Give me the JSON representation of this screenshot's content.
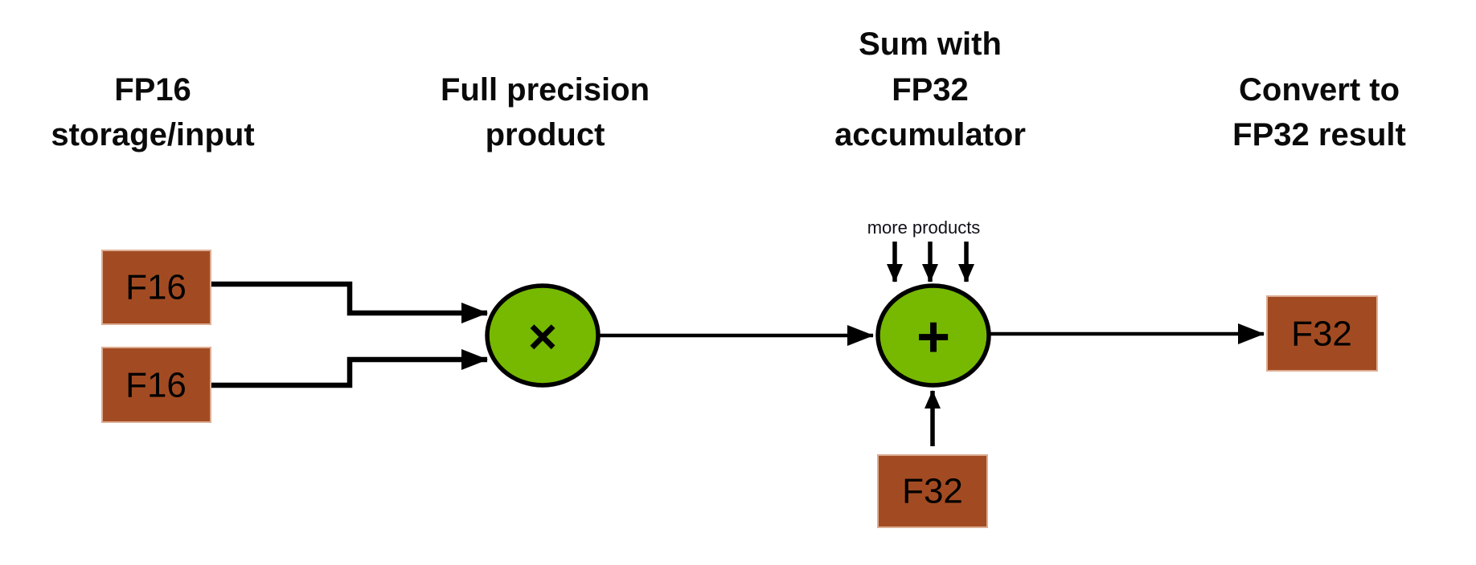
{
  "diagram": {
    "headers": {
      "fp16_storage": {
        "line1": "FP16",
        "line2": "storage/input"
      },
      "full_precision": {
        "line1": "Full precision",
        "line2": "product"
      },
      "sum_fp32": {
        "line1": "Sum with",
        "line2": "FP32",
        "line3": "accumulator"
      },
      "convert_fp32": {
        "line1": "Convert to",
        "line2": "FP32 result"
      }
    },
    "boxes": {
      "input_a": "F16",
      "input_b": "F16",
      "accumulator": "F32",
      "result": "F32"
    },
    "operators": {
      "multiply": "×",
      "add": "+"
    },
    "annotations": {
      "more_products": "more products"
    },
    "colors": {
      "node_green": "#76B900",
      "box_brown": "#A24B22",
      "box_border": "#DDAE93",
      "line": "#000000"
    }
  }
}
